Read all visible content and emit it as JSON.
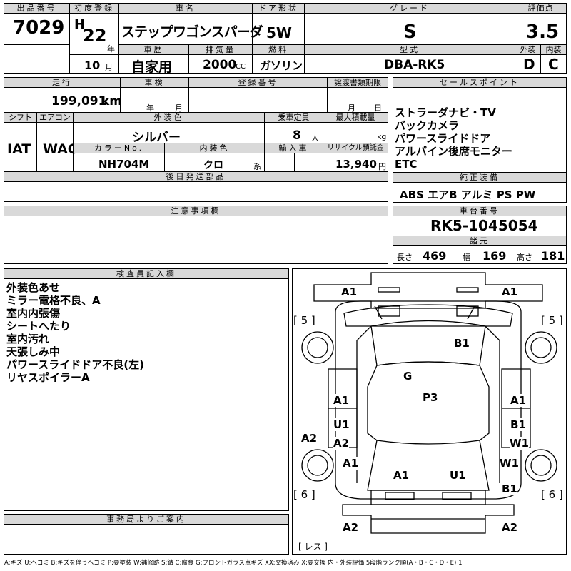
{
  "row1": {
    "lot_label": "出品番号",
    "lot": "7029",
    "first_reg_label": "初度登録",
    "era": "H",
    "year": "22",
    "year_unit": "年",
    "month": "10",
    "month_unit": "月",
    "car_name_label": "車名",
    "car_name": "ステップワゴンスパーダ",
    "door_label": "ドア形状",
    "door": "5W",
    "grade_label": "グレード",
    "grade": "S",
    "score_label": "評価点",
    "score": "3.5",
    "history_label": "車歴",
    "history": "自家用",
    "displacement_label": "排気量",
    "displacement": "2000",
    "cc": "CC",
    "fuel_label": "燃料",
    "fuel": "ガソリン",
    "model_label": "型式",
    "model": "DBA-RK5",
    "ext_label": "外装",
    "ext": "D",
    "int_label": "内装",
    "int": "C"
  },
  "row2": {
    "mileage_label": "走行",
    "mileage": "199,091",
    "km": "km",
    "inspection_label": "車検",
    "insp_year": "年",
    "insp_month": "月",
    "regno_label": "登録番号",
    "transfer_label": "譲渡書類期限",
    "tr_month": "月",
    "tr_day": "日",
    "shift_label": "シフト",
    "shift": "IAT",
    "ac_label": "エアコン",
    "ac": "WAC",
    "color_label": "外装色",
    "color": "シルバー",
    "capacity_label": "乗車定員",
    "capacity": "8",
    "capacity_unit": "人",
    "load_label": "最大積載量",
    "load_unit": "kg",
    "colorno_label": "カラーNo.",
    "colorno": "NH704M",
    "interior_label": "内装色",
    "interior": "クロ",
    "interior_unit": "系",
    "import_label": "輸入車",
    "recycle_label": "リサイクル預託金",
    "recycle": "13,940",
    "recycle_unit": "円",
    "later_label": "後日発送部品"
  },
  "sales": {
    "label": "セールスポイント",
    "items": [
      "ストラーダナビ・TV",
      "バックカメラ",
      "パワースライドドア",
      "アルパイン後席モニター",
      "ETC"
    ]
  },
  "equip": {
    "label": "純正装備",
    "items": "ABS エアB アルミ PS PW"
  },
  "notes": {
    "label": "注意事項欄"
  },
  "chassis": {
    "label": "車台番号",
    "value": "RK5-1045054"
  },
  "dims": {
    "label": "諸元",
    "len_label": "長さ",
    "len": "469",
    "wid_label": "幅",
    "wid": "169",
    "hei_label": "高さ",
    "hei": "181"
  },
  "inspector": {
    "label": "検査員記入欄",
    "items": [
      "外装色あせ",
      "ミラー電格不良、A",
      "室内内張傷",
      "シートへたり",
      "室内汚れ",
      "天張しみ中",
      "パワースライドドア不良(左)",
      "リヤスポイラーA"
    ]
  },
  "office": {
    "label": "事務局よりご案内"
  },
  "diagram": {
    "marks": [
      "A1",
      "A1",
      "[ 5 ]",
      "[ 5 ]",
      "B1",
      "G",
      "P3",
      "A1",
      "A1",
      "U1",
      "B1",
      "A2",
      "A2",
      "W1",
      "A1",
      "W1",
      "A1",
      "U1",
      "B1",
      "[ 6 ]",
      "[ 6 ]",
      "A2",
      "A2",
      "[ レス ]"
    ]
  },
  "legend": "A:キズ U:ヘコミ B:キズを伴うヘコミ P:要塗装 W:補修跡 S:錆 C:腐食 G:フロントガラス点キズ XX:交換済み X:要交換 内・外装評価 5段階ランク順(A・B・C・D・E) 1"
}
